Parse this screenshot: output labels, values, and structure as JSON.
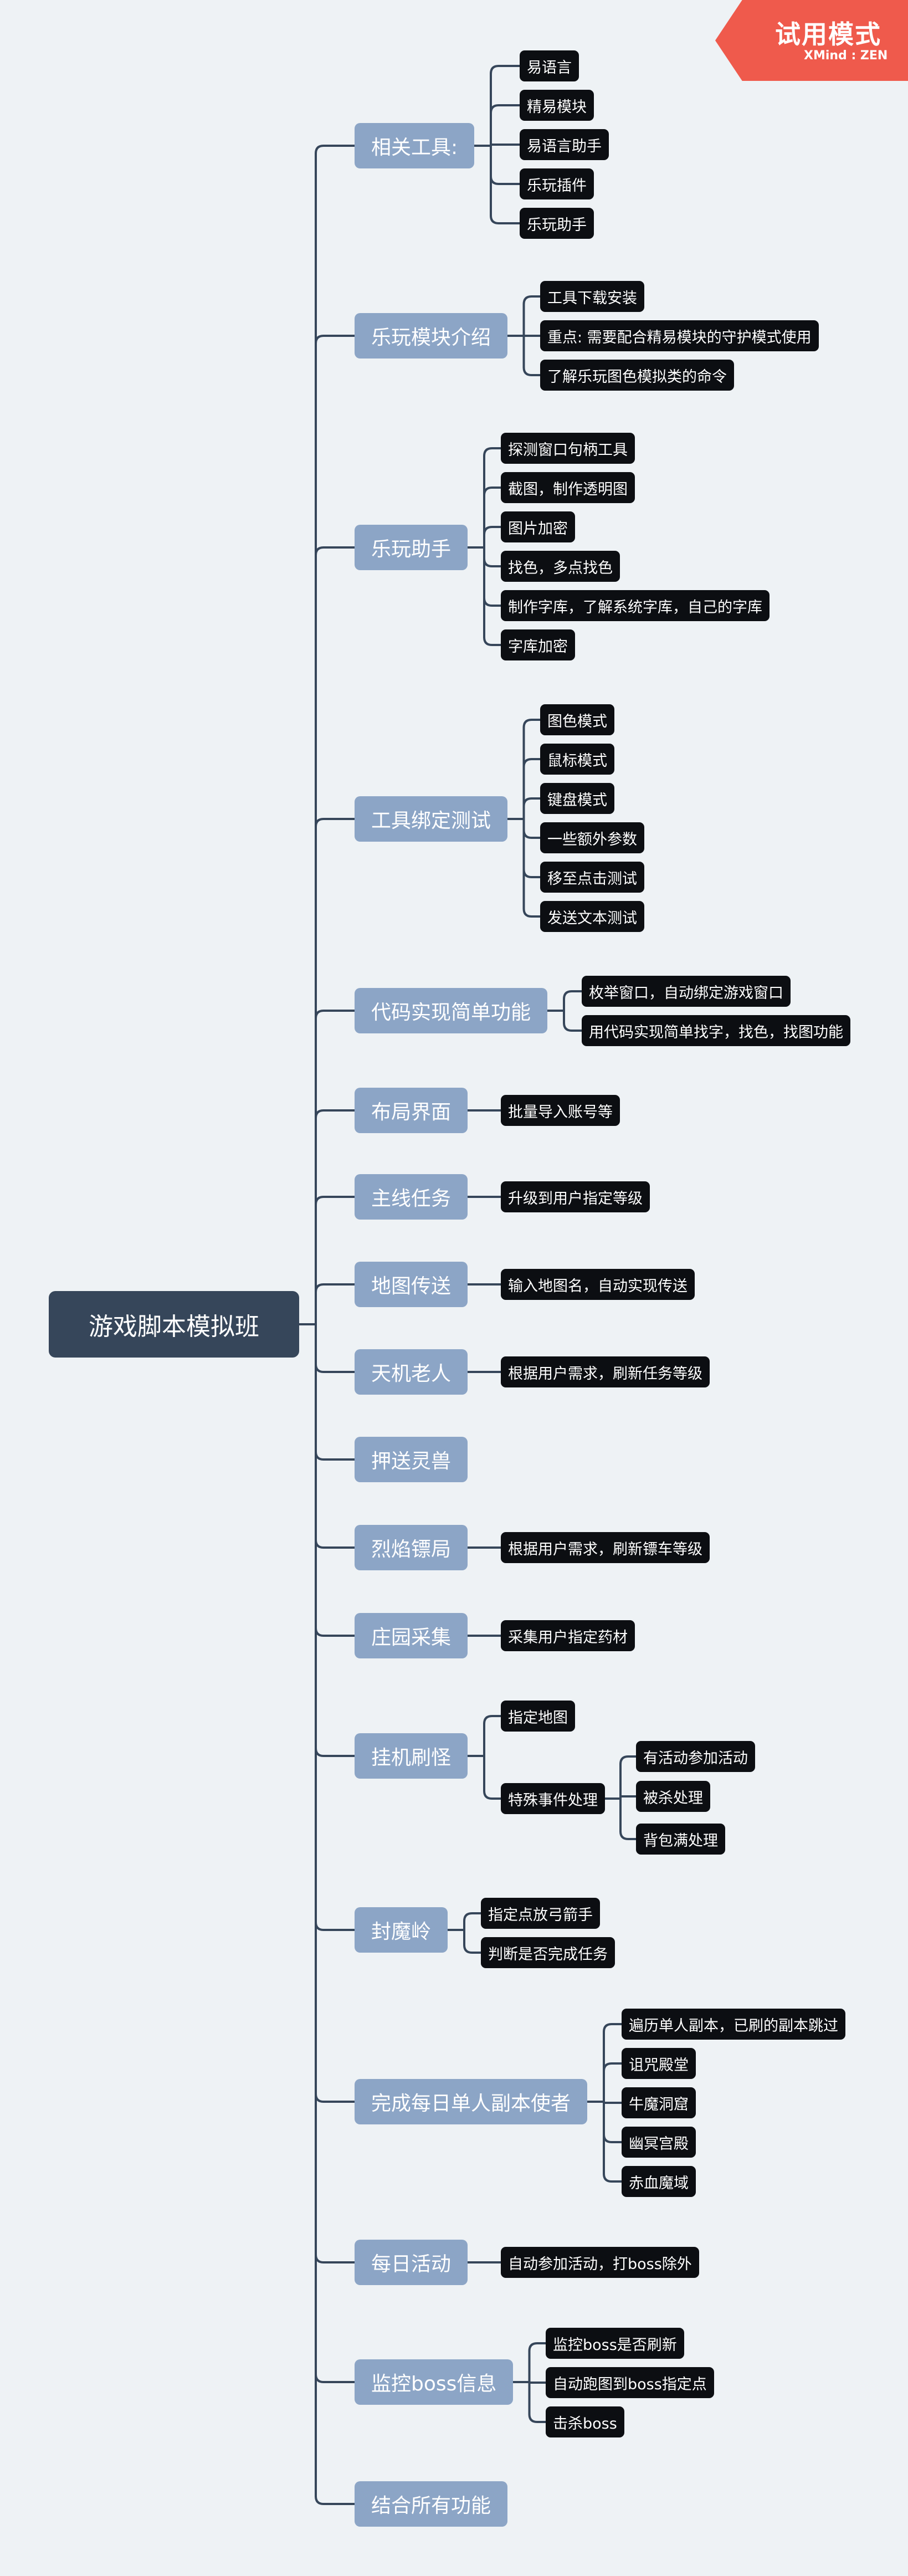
{
  "badge": {
    "title": "试用模式",
    "brand": "XMind : ZEN"
  },
  "root": {
    "label": "游戏脚本模拟班"
  },
  "branches": [
    {
      "label": "相关工具:",
      "children": [
        {
          "label": "易语言"
        },
        {
          "label": "精易模块"
        },
        {
          "label": "易语言助手"
        },
        {
          "label": "乐玩插件"
        },
        {
          "label": "乐玩助手"
        }
      ]
    },
    {
      "label": "乐玩模块介绍",
      "children": [
        {
          "label": "工具下载安装"
        },
        {
          "label": "重点: 需要配合精易模块的守护模式使用"
        },
        {
          "label": "了解乐玩图色模拟类的命令"
        }
      ]
    },
    {
      "label": "乐玩助手",
      "children": [
        {
          "label": "探测窗口句柄工具"
        },
        {
          "label": "截图，制作透明图"
        },
        {
          "label": "图片加密"
        },
        {
          "label": "找色，多点找色"
        },
        {
          "label": "制作字库，了解系统字库，自己的字库"
        },
        {
          "label": "字库加密"
        }
      ]
    },
    {
      "label": "工具绑定测试",
      "children": [
        {
          "label": "图色模式"
        },
        {
          "label": "鼠标模式"
        },
        {
          "label": "键盘模式"
        },
        {
          "label": "一些额外参数"
        },
        {
          "label": "移至点击测试"
        },
        {
          "label": "发送文本测试"
        }
      ]
    },
    {
      "label": "代码实现简单功能",
      "children": [
        {
          "label": "枚举窗口，自动绑定游戏窗口"
        },
        {
          "label": "用代码实现简单找字，找色，找图功能"
        }
      ]
    },
    {
      "label": "布局界面",
      "children": [
        {
          "label": "批量导入账号等"
        }
      ]
    },
    {
      "label": "主线任务",
      "children": [
        {
          "label": "升级到用户指定等级"
        }
      ]
    },
    {
      "label": "地图传送",
      "children": [
        {
          "label": "输入地图名，自动实现传送"
        }
      ]
    },
    {
      "label": "天机老人",
      "children": [
        {
          "label": "根据用户需求，刷新任务等级"
        }
      ]
    },
    {
      "label": "押送灵兽",
      "children": []
    },
    {
      "label": "烈焰镖局",
      "children": [
        {
          "label": "根据用户需求，刷新镖车等级"
        }
      ]
    },
    {
      "label": "庄园采集",
      "children": [
        {
          "label": "采集用户指定药材"
        }
      ]
    },
    {
      "label": "挂机刷怪",
      "children": [
        {
          "label": "指定地图"
        },
        {
          "label": "特殊事件处理",
          "children": [
            {
              "label": "有活动参加活动"
            },
            {
              "label": "被杀处理"
            },
            {
              "label": "背包满处理"
            }
          ]
        }
      ]
    },
    {
      "label": "封魔岭",
      "children": [
        {
          "label": "指定点放弓箭手"
        },
        {
          "label": "判断是否完成任务"
        }
      ]
    },
    {
      "label": "完成每日单人副本使者",
      "children": [
        {
          "label": "遍历单人副本，已刷的副本跳过"
        },
        {
          "label": "诅咒殿堂"
        },
        {
          "label": "牛魔洞窟"
        },
        {
          "label": "幽冥宫殿"
        },
        {
          "label": "赤血魔域"
        }
      ]
    },
    {
      "label": "每日活动",
      "children": [
        {
          "label": "自动参加活动，打boss除外"
        }
      ]
    },
    {
      "label": "监控boss信息",
      "children": [
        {
          "label": "监控boss是否刷新"
        },
        {
          "label": "自动跑图到boss指定点"
        },
        {
          "label": "击杀boss"
        }
      ]
    },
    {
      "label": "结合所有功能",
      "children": []
    }
  ],
  "colors": {
    "root": "#36465a",
    "branch": "#8ca5c6",
    "leaf": "#0c0e12",
    "line": "#36465a",
    "badge": "#ef5a4c"
  }
}
